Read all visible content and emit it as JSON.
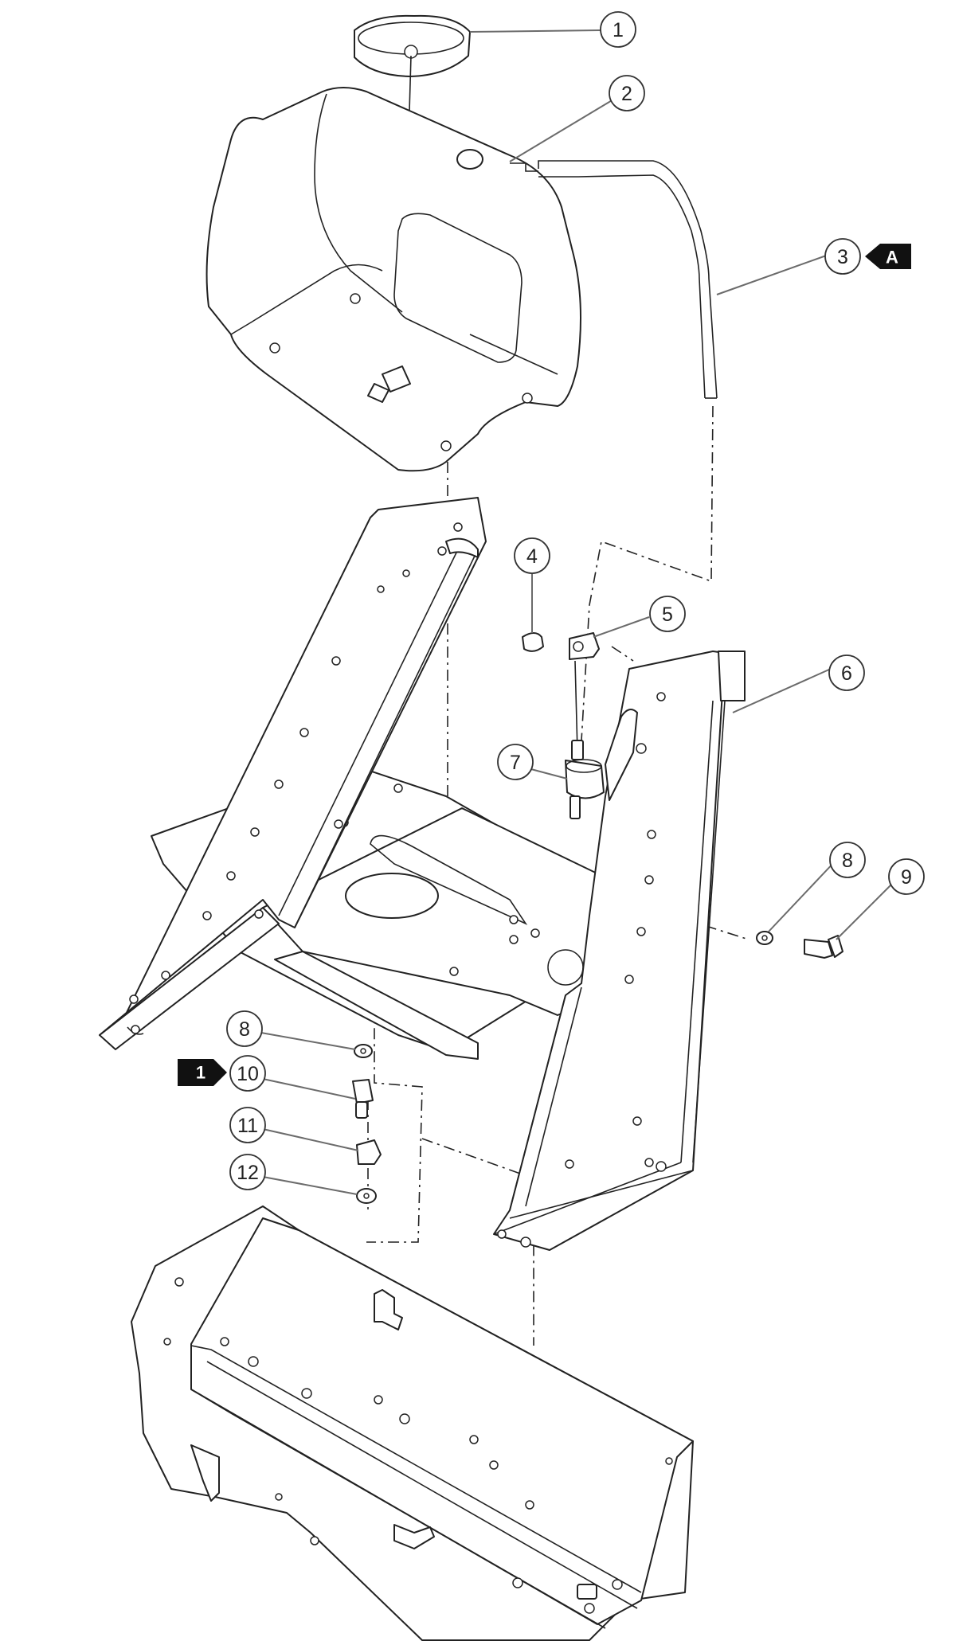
{
  "callouts": [
    {
      "id": "c1",
      "label": "1"
    },
    {
      "id": "c2",
      "label": "2"
    },
    {
      "id": "c3",
      "label": "3"
    },
    {
      "id": "c4",
      "label": "4"
    },
    {
      "id": "c5",
      "label": "5"
    },
    {
      "id": "c6",
      "label": "6"
    },
    {
      "id": "c7",
      "label": "7"
    },
    {
      "id": "c8a",
      "label": "8"
    },
    {
      "id": "c9",
      "label": "9"
    },
    {
      "id": "c8b",
      "label": "8"
    },
    {
      "id": "c10",
      "label": "10"
    },
    {
      "id": "c11",
      "label": "11"
    },
    {
      "id": "c12",
      "label": "12"
    }
  ],
  "tags": [
    {
      "id": "tagA",
      "label": "A"
    },
    {
      "id": "tag1",
      "label": "1"
    }
  ]
}
